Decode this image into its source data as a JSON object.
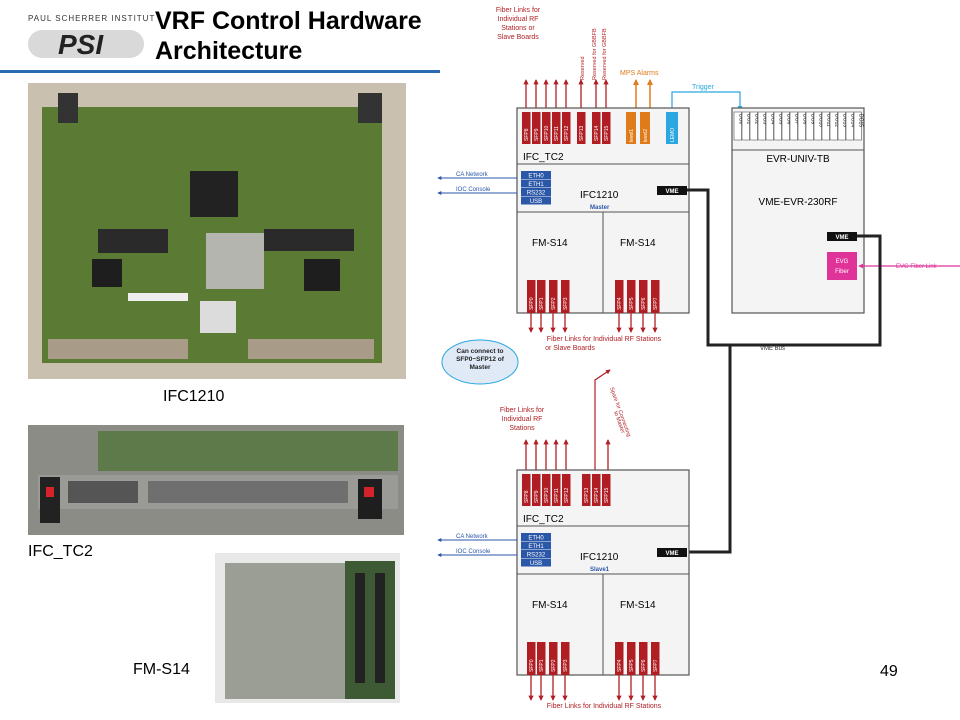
{
  "header": {
    "logo_text": "PAUL SCHERRER INSTITUT",
    "logo_mark": "PSI",
    "title_line1": "VRF Control Hardware",
    "title_line2": "Architecture"
  },
  "captions": {
    "ifc1210": "IFC1210",
    "ifc_tc2": "IFC_TC2",
    "fm_s14": "FM-S14"
  },
  "page_number": "49",
  "diagram": {
    "ifc_tc2": "IFC_TC2",
    "ifc1210": "IFC1210",
    "master": "Master",
    "slave": "Slave1",
    "fm_s14": "FM-S14",
    "vme": "VME",
    "vme_bus": "VME Bus",
    "evr_univ": "EVR-UNIV-TB",
    "vme_evr": "VME-EVR-230RF",
    "evg_fiber": "EVG Fiber",
    "evg_fiber_link": "EVG Fiber Link",
    "ca_network": "CA Network",
    "ioc_console": "IOC Console",
    "eth_ports": [
      "ETH0",
      "ETH1",
      "RS232",
      "USB"
    ],
    "fiber_links_top": "Fiber Links for Individual RF Stations or Slave Boards",
    "fiber_links_mid": "Fiber Links for Individual RF Stations or Slave Boards",
    "fiber_links_slave": "Fiber Links for Individual RF Stations",
    "fiber_links_bottom": "Fiber Links for Individual RF Stations",
    "reserved": "Reserved",
    "reserved_gbbfb": "Reserved for GBBFB",
    "mps_alarms": "MPS Alarms",
    "trigger": "Trigger",
    "level1": "level1",
    "level2": "level2",
    "lemo": "LEMO",
    "cloud": "Can connect to SFP0~SFP12 of Master",
    "spare": "Spare for Connecting to Master",
    "sfp_tc2_top": [
      "SFP8",
      "SFP9",
      "SFP10",
      "SFP11",
      "SFP12",
      "SFP13",
      "SFP14",
      "SFP15"
    ],
    "sfp_tc2_bottom": [
      "SFP8",
      "SFP9",
      "SFP10",
      "SFP11",
      "SFP12",
      "SFP13",
      "SFP14",
      "SFP15"
    ],
    "sfp_fm": [
      "SFP0",
      "SFP1",
      "SFP2",
      "SFP3",
      "SFP4",
      "SFP5",
      "SFP6",
      "SFP7"
    ],
    "do_labels": [
      "DO0",
      "DO1",
      "DO2",
      "DO3",
      "DO4",
      "DO5",
      "DO6",
      "DO7",
      "DO8",
      "DO9",
      "DO10",
      "DO11",
      "DO12",
      "DO13",
      "DO14",
      "DO15"
    ]
  },
  "colors": {
    "accent": "#2a6ab1",
    "sfp": "#b01e23",
    "alarm": "#e07b1a",
    "trigger": "#2aa7e0",
    "evg": "#e0339a",
    "box_border": "#555555",
    "box_fill": "#f4f4f4",
    "eth": "#2b57a8"
  }
}
